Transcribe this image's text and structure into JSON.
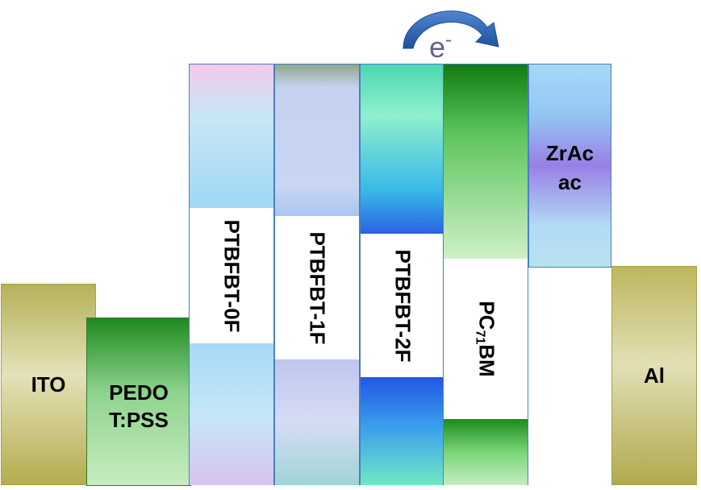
{
  "layers": {
    "ito": "ITO",
    "pedot_line1": "PEDO",
    "pedot_line2": "T:PSS",
    "donor0": "PTBFBT-0F",
    "donor1": "PTBFBT-1F",
    "donor2": "PTBFBT-2F",
    "acceptor_main": "PC",
    "acceptor_sub": "71",
    "acceptor_tail": "BM",
    "etl_line1": "ZrAc",
    "etl_line2": "ac",
    "al": "Al"
  },
  "electron_label": {
    "symbol": "e",
    "charge": "-"
  },
  "colors": {
    "outline": "#4a7fc1",
    "arrow": "#2f5fa8",
    "electron_text": "#6a5c95"
  }
}
